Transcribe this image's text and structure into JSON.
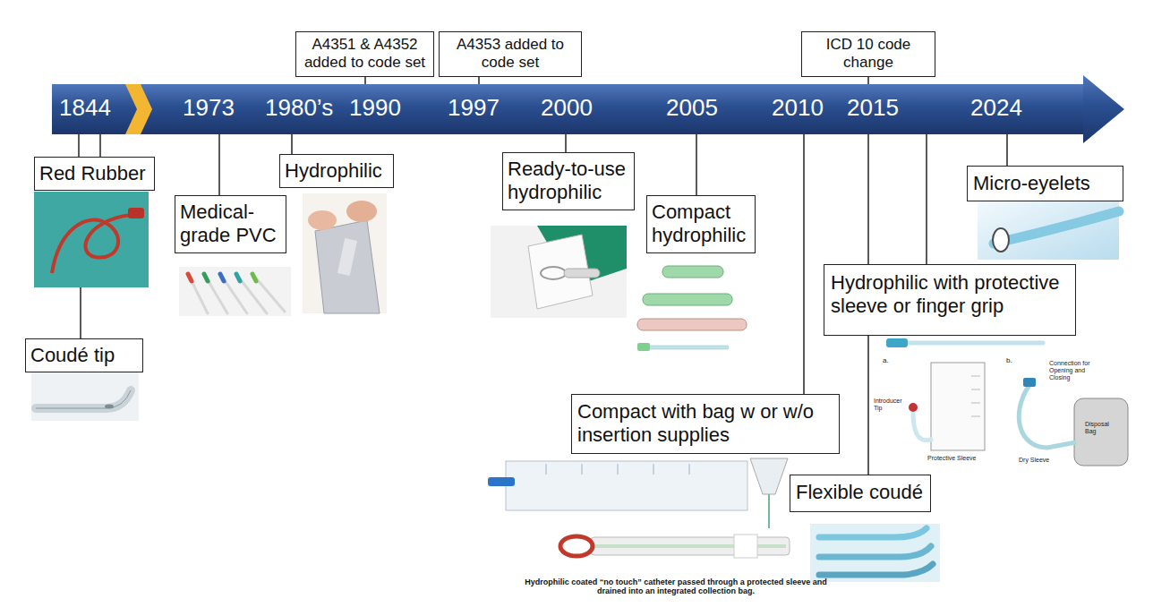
{
  "diagram": {
    "nodes": [
      {
        "text": [
          "A4351 & A4352 added to code set"
        ]
      },
      {
        "text": [
          "A4353 added to code set"
        ]
      },
      {
        "text": [
          "ICD 10 code change"
        ]
      },
      {
        "text": [
          "Red Rubber"
        ]
      },
      {
        "text": [
          "Medical-grade PVC"
        ]
      },
      {
        "text": [
          "Hydrophilic"
        ]
      },
      {
        "text": [
          "Ready-to-use hydrophilic"
        ]
      },
      {
        "text": [
          "Compact hydrophilic"
        ]
      },
      {
        "text": [
          "Micro-eyelets"
        ]
      },
      {
        "text": [
          "Coudé tip"
        ]
      },
      {
        "text": [
          "Hydrophilic with protective sleeve or finger grip"
        ]
      },
      {
        "text": [
          "Compact with bag w or w/o insertion supplies"
        ]
      },
      {
        "text": [
          "Flexible coudé"
        ]
      }
    ],
    "labels": [
      "1844",
      "1973",
      "1980’s",
      "1990",
      "1997",
      "2000",
      "2005",
      "2010",
      "2015",
      "2024",
      "a.",
      "Introducer Tip",
      "Protective Sleeve",
      "b.",
      "Connection for Opening and Closing",
      "Dry Sleeve",
      "Disposal Bag",
      "Hydrophilic coated “no touch” catheter passed through a protected sleeve and drained into an integrated collection bag."
    ]
  }
}
